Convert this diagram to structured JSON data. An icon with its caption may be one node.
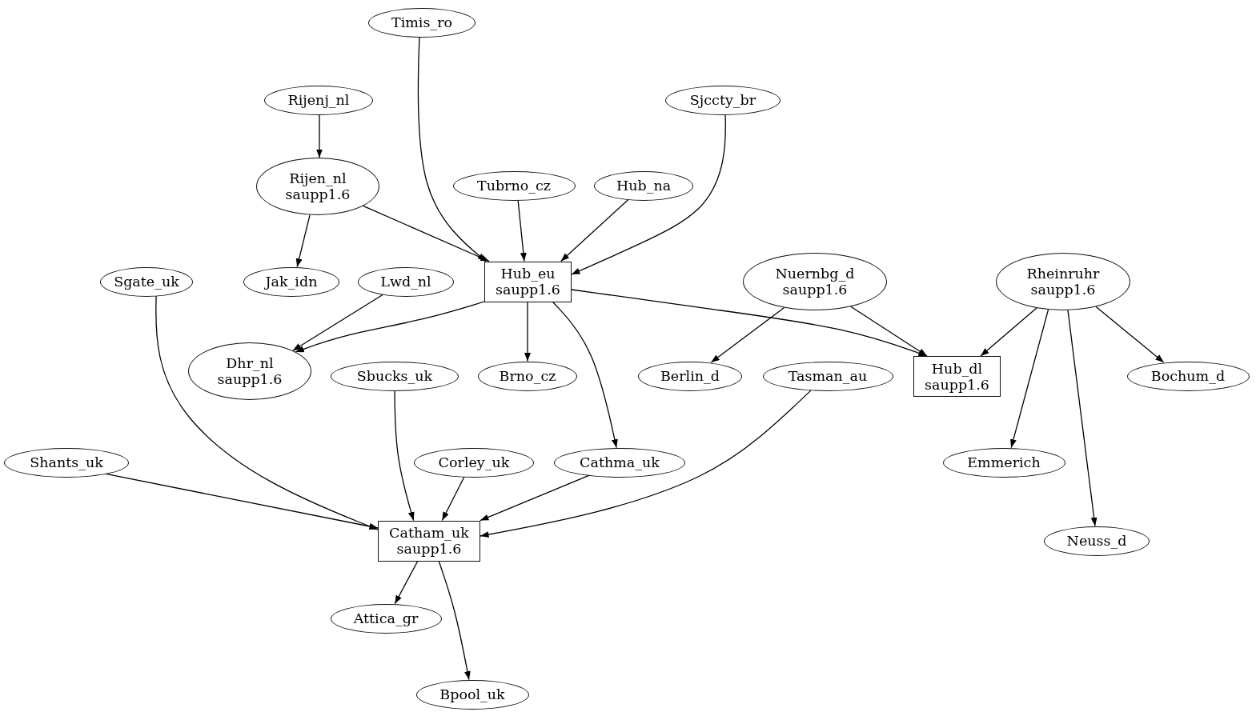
{
  "diagram": {
    "nodes": [
      {
        "text": [
          "Timis_ro"
        ]
      },
      {
        "text": [
          "Rijenj_nl"
        ]
      },
      {
        "text": [
          "Sjccty_br"
        ]
      },
      {
        "text": [
          "Rijen_nl",
          "saupp1.6"
        ]
      },
      {
        "text": [
          "Tubrno_cz"
        ]
      },
      {
        "text": [
          "Hub_na"
        ]
      },
      {
        "text": [
          "Hub_eu",
          "saupp1.6"
        ]
      },
      {
        "text": [
          "Sgate_uk"
        ]
      },
      {
        "text": [
          "Jak_idn"
        ]
      },
      {
        "text": [
          "Lwd_nl"
        ]
      },
      {
        "text": [
          "Nuernbg_d",
          "saupp1.6"
        ]
      },
      {
        "text": [
          "Rheinruhr",
          "saupp1.6"
        ]
      },
      {
        "text": [
          "Dhr_nl",
          "saupp1.6"
        ]
      },
      {
        "text": [
          "Sbucks_uk"
        ]
      },
      {
        "text": [
          "Brno_cz"
        ]
      },
      {
        "text": [
          "Berlin_d"
        ]
      },
      {
        "text": [
          "Tasman_au"
        ]
      },
      {
        "text": [
          "Hub_dl",
          "saupp1.6"
        ]
      },
      {
        "text": [
          "Bochum_d"
        ]
      },
      {
        "text": [
          "Shants_uk"
        ]
      },
      {
        "text": [
          "Corley_uk"
        ]
      },
      {
        "text": [
          "Cathma_uk"
        ]
      },
      {
        "text": [
          "Emmerich"
        ]
      },
      {
        "text": [
          "Catham_uk",
          "saupp1.6"
        ]
      },
      {
        "text": [
          "Neuss_d"
        ]
      },
      {
        "text": [
          "Attica_gr"
        ]
      },
      {
        "text": [
          "Bpool_uk"
        ]
      }
    ],
    "edges": [
      {
        "from": 0,
        "to": 6,
        "arrow": "to"
      },
      {
        "from": 1,
        "to": 3,
        "arrow": "to"
      },
      {
        "from": 2,
        "to": 6,
        "arrow": "to"
      },
      {
        "from": 3,
        "to": 8,
        "arrow": "to"
      },
      {
        "from": 3,
        "to": 6,
        "arrow": "to"
      },
      {
        "from": 4,
        "to": 6,
        "arrow": "to"
      },
      {
        "from": 5,
        "to": 6,
        "arrow": "to"
      },
      {
        "from": 6,
        "to": 12,
        "arrow": "to"
      },
      {
        "from": 6,
        "to": 14,
        "arrow": "to"
      },
      {
        "from": 6,
        "to": 21,
        "arrow": "to"
      },
      {
        "from": 6,
        "to": 17,
        "arrow": "to"
      },
      {
        "from": 9,
        "to": 12,
        "arrow": "to"
      },
      {
        "from": 10,
        "to": 15,
        "arrow": "to"
      },
      {
        "from": 10,
        "to": 17,
        "arrow": "to"
      },
      {
        "from": 11,
        "to": 17,
        "arrow": "to"
      },
      {
        "from": 11,
        "to": 18,
        "arrow": "to"
      },
      {
        "from": 11,
        "to": 22,
        "arrow": "to"
      },
      {
        "from": 11,
        "to": 24,
        "arrow": "to"
      },
      {
        "from": 7,
        "to": 23,
        "arrow": "to"
      },
      {
        "from": 13,
        "to": 23,
        "arrow": "to"
      },
      {
        "from": 16,
        "to": 23,
        "arrow": "to"
      },
      {
        "from": 19,
        "to": 23,
        "arrow": "to"
      },
      {
        "from": 20,
        "to": 23,
        "arrow": "to"
      },
      {
        "from": 21,
        "to": 23,
        "arrow": "to"
      },
      {
        "from": 23,
        "to": 25,
        "arrow": "to"
      },
      {
        "from": 23,
        "to": 26,
        "arrow": "to"
      }
    ]
  }
}
